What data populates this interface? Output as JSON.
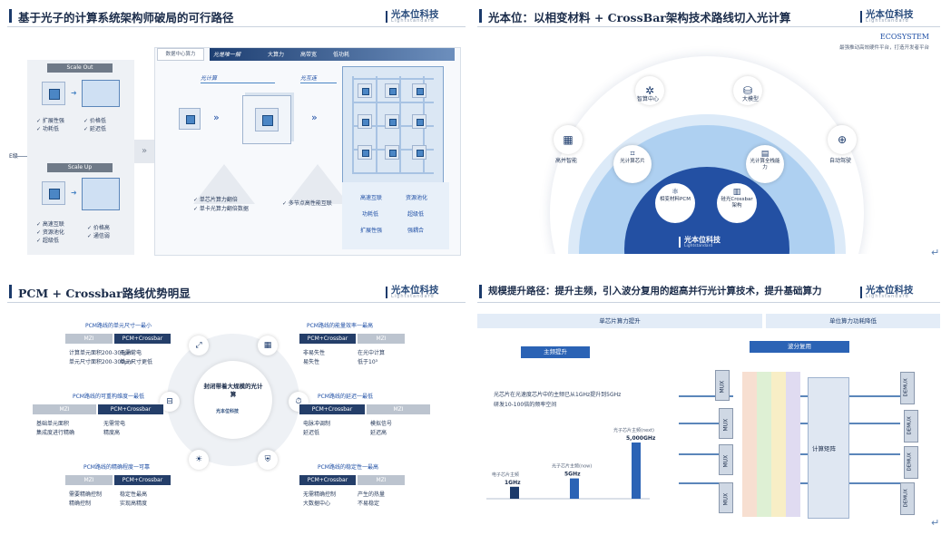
{
  "enter_mark": "↵",
  "logo": {
    "name": "光本位科技",
    "sub": "Lightstandard"
  },
  "slide1": {
    "title": "基于光子的计算系统架构师破局的可行路径",
    "scale_out": "Scale Out",
    "scale_up": "Scale Up",
    "left_label": "E级",
    "out_bullets": [
      "✓ 扩展性强",
      "✓ 功耗低",
      "✓ 价格低",
      "✓ 延迟低"
    ],
    "up_bullets": [
      "✓ 高速互联",
      "✓ 资源池化",
      "✓ 超级低",
      "✓ 价格高",
      "✓ 通信弱"
    ],
    "tabs": [
      "光是唯一解",
      "大算力",
      "高带宽",
      "低功耗"
    ],
    "tag_box": "数据中心算力",
    "light_compute": "光计算",
    "light_link": "光互连",
    "arrows": "»",
    "bullets_a": [
      "✓ 单芯片算力翻倍",
      "✓ 单卡光算力翻倍数据"
    ],
    "bullets_b": [
      "✓ 多节点高性能互联"
    ],
    "grid_labels": [
      "高速互联",
      "资源池化",
      "功耗低",
      "超级低",
      "扩展性强",
      "强耦合"
    ]
  },
  "slide2": {
    "title": "光本位：以相变材料 + CrossBar架构技术路线切入光计算",
    "eco": "ECOSYSTEM",
    "eco_sub": "最强推动高效硬件平台，打造开发者平台",
    "outer": [
      "高并智能",
      "智算中心",
      "大模型",
      "自动驾驶"
    ],
    "middle": [
      "光计算芯片",
      "光计算全栈能力"
    ],
    "inner": [
      "相变材料PCM",
      "硅光Crossbar架构"
    ]
  },
  "slide3": {
    "title": "PCM + Crossbar路线优势明显",
    "center": "封闭带着大规模的光计算",
    "sections": [
      {
        "title": "PCM路线的单元尺寸一最小",
        "tag1": "MZI",
        "tag2": "PCM+Crossbar",
        "left": [
          "计算单元面积200-300μm",
          "单元尺寸面积200-300μm"
        ],
        "right": [
          "无需常电",
          "单元尺寸更低"
        ]
      },
      {
        "title": "PCM路线的能量效率一最高",
        "tag1": "PCM+Crossbar",
        "tag2": "MZI",
        "left": [
          "非易失性",
          "易失性"
        ],
        "right": [
          "在光中计算",
          "低于10³"
        ]
      },
      {
        "title": "PCM路线的可重构维度一最低",
        "tag1": "MZI",
        "tag2": "PCM+Crossbar",
        "left": [
          "基础单元面积",
          "集成度进行精确"
        ],
        "right": [
          "无需常电",
          "精度高"
        ]
      },
      {
        "title": "PCM路线的延迟一最低",
        "tag1": "PCM+Crossbar",
        "tag2": "MZI",
        "left": [
          "电脉冲调制",
          "延迟低"
        ],
        "right": [
          "模拟信号",
          "延迟高"
        ]
      },
      {
        "title": "PCM路线的精确程度一可靠",
        "tag1": "MZI",
        "tag2": "PCM+Crossbar",
        "left": [
          "需要精确控制",
          "精确控制"
        ],
        "right": [
          "稳定性最高",
          "实现高精度"
        ]
      },
      {
        "title": "PCM路线的稳定性一最高",
        "tag1": "PCM+Crossbar",
        "tag2": "MZI",
        "left": [
          "无需精确控制",
          "大数据中心"
        ],
        "right": [
          "产生的热量",
          "不易稳定"
        ]
      }
    ]
  },
  "slide4": {
    "title": "规模提升路径：提升主频，引入波分复用的超高并行光计算技术，提升基础算力",
    "band1": "单芯片算力提升",
    "band2": "单位算力功耗降低",
    "tag1": "主频提升",
    "tag2": "波分复用",
    "bullet1": "光芯片在光速度芯片中的主频已从1GHz提升到5GHz",
    "bullet2": "研发10-100倍的频率空间",
    "bars": [
      {
        "label": "1GHz",
        "cap": "电子芯片主频",
        "value": 1
      },
      {
        "label": "5GHz",
        "cap": "光子芯片主频(now)",
        "value": 5
      },
      {
        "label": "5,000GHz",
        "cap": "光子芯片主频(next)",
        "value": 5000
      }
    ],
    "mux": "MUX",
    "demux": "DEMUX",
    "matrix": "计算矩阵"
  }
}
